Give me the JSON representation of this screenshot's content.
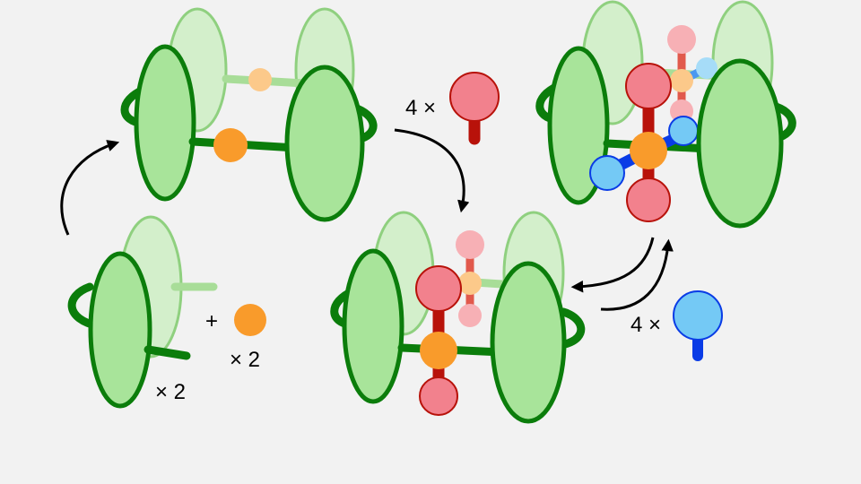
{
  "labels": {
    "ligand_count": "× 2",
    "plus": "+",
    "metal_count": "× 2",
    "red_count": "4 ×",
    "blue_count": "4 ×"
  },
  "colors": {
    "background": "#f2f2f2",
    "ring_fill": "#a8e49a",
    "ring_fill_back": "#d3efcb",
    "ring_stroke": "#0b7d0b",
    "ring_stroke_back": "#8fd07f",
    "metal": "#f99b2b",
    "metal_back": "#fcc98a",
    "red_head": "#f2818d",
    "red_stem": "#b8120a",
    "blue_head": "#74c9f5",
    "blue_stem": "#0a3ce6",
    "arrow": "#000000"
  },
  "icons": [
    "ligand-icon",
    "metal-ion-icon",
    "cage-icon",
    "red-guest-icon",
    "blue-guest-icon",
    "reaction-arrow-icon"
  ]
}
